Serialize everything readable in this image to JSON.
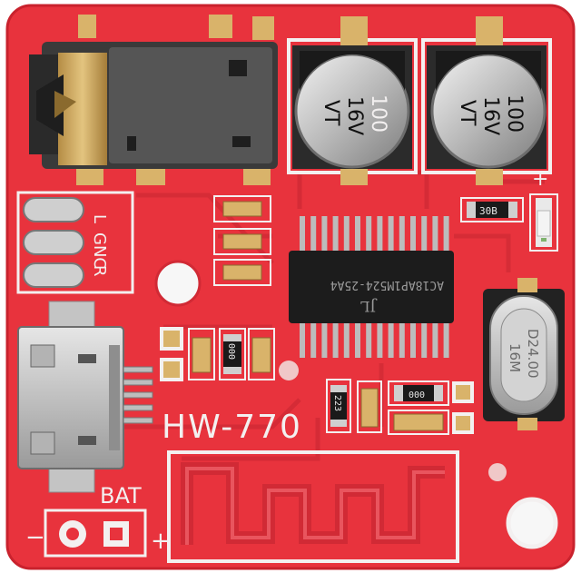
{
  "board": {
    "model_label": "HW-770",
    "bat_label": "BAT",
    "minus_label": "−",
    "plus_label": "+",
    "plus_top_label": "+",
    "colors": {
      "pcb": "#e8333d",
      "pcb_dark": "#c9222d",
      "silkscreen": "#f3f0f0",
      "metal": "#c9c9c9",
      "chip": "#1c1c1c",
      "copper": "#d9b36a"
    }
  },
  "audio_pins": {
    "l_label": "L",
    "gnd_label": "GNC",
    "r_label": "R"
  },
  "capacitors": [
    {
      "value": "100",
      "voltage": "16V",
      "series": "VT"
    },
    {
      "value": "100",
      "voltage": "16V",
      "series": "VT"
    }
  ],
  "ic": {
    "marking": "AC18AP1M524-25A4",
    "logo": "JL"
  },
  "crystal": {
    "line1": "D24.00",
    "line2": "16M"
  },
  "resistors": {
    "r_top_right": "30B",
    "r_mid": "000",
    "r_bottom": "000",
    "r_223": "223"
  }
}
